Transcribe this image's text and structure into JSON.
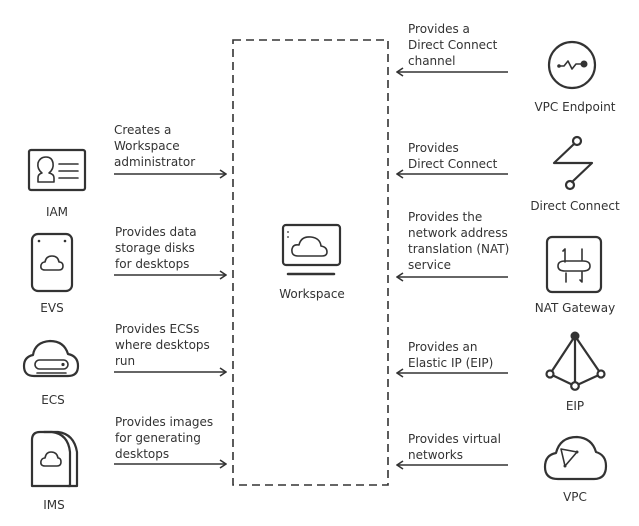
{
  "diagram": {
    "center": {
      "label": "Workspace",
      "icon": "workspace-monitor-cloud-icon"
    },
    "left_services": [
      {
        "id": "iam",
        "label": "IAM",
        "icon": "id-card-icon",
        "description": "Creates a\nWorkspace\nadministrator"
      },
      {
        "id": "evs",
        "label": "EVS",
        "icon": "disk-cloud-icon",
        "description": "Provides data\nstorage disks\nfor desktops"
      },
      {
        "id": "ecs",
        "label": "ECS",
        "icon": "cloud-server-icon",
        "description": "Provides ECSs\nwhere desktops\nrun"
      },
      {
        "id": "ims",
        "label": "IMS",
        "icon": "image-file-cloud-icon",
        "description": "Provides images\nfor generating\ndesktops"
      }
    ],
    "right_services": [
      {
        "id": "vpc-endpoint",
        "label": "VPC Endpoint",
        "icon": "endpoint-circle-icon",
        "description": "Provides a\nDirect Connect\nchannel"
      },
      {
        "id": "direct-connect",
        "label": "Direct Connect",
        "icon": "zigzag-link-icon",
        "description": "Provides\nDirect Connect"
      },
      {
        "id": "nat-gateway",
        "label": "NAT Gateway",
        "icon": "nat-gateway-icon",
        "description": "Provides the\nnetwork address\ntranslation (NAT)\nservice"
      },
      {
        "id": "eip",
        "label": "EIP",
        "icon": "eip-pyramid-icon",
        "description": "Provides an\nElastic IP (EIP)"
      },
      {
        "id": "vpc",
        "label": "VPC",
        "icon": "vpc-cloud-icon",
        "description": "Provides virtual\nnetworks"
      }
    ],
    "colors": {
      "stroke": "#333333",
      "background": "#ffffff"
    }
  }
}
